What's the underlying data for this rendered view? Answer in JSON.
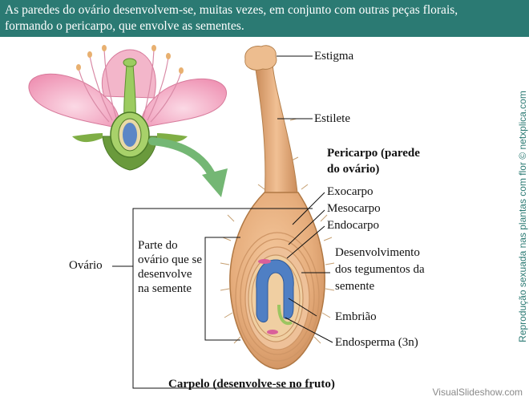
{
  "header": {
    "line1": "As paredes do ovário desenvolvem-se, muitas vezes, em conjunto com outras peças florais,",
    "line2": "formando o pericarpo, que envolve as sementes."
  },
  "labels": {
    "estigma": "Estigma",
    "estilete": "Estilete",
    "pericarpo_line1": "Pericarpo (parede",
    "pericarpo_line2": "do ovário)",
    "exocarpo": "Exocarpo",
    "mesocarpo": "Mesocarpo",
    "endocarpo": "Endocarpo",
    "desenv_line1": "Desenvolvimento",
    "desenv_line2": "dos tegumentos da",
    "desenv_line3": "semente",
    "embriao": "Embrião",
    "endosperma": "Endosperma (3n)",
    "ovario": "Ovário",
    "parte_line1": "Parte do",
    "parte_line2": "ovário que se",
    "parte_line3": "desenvolve",
    "parte_line4": "na semente",
    "carpelo": "Carpelo (desenvolve-se no fruto)"
  },
  "side_caption": "Reprodução sexuada nas plantas com flor © netxplica.com",
  "watermark": "VisualSlideshow.com",
  "colors": {
    "header_bg": "#2b7a73",
    "carpel": "#e7b07f",
    "embryo_blue": "#4f7fc4",
    "petal": "#f2a6bf",
    "arrow_green": "#74b774"
  }
}
